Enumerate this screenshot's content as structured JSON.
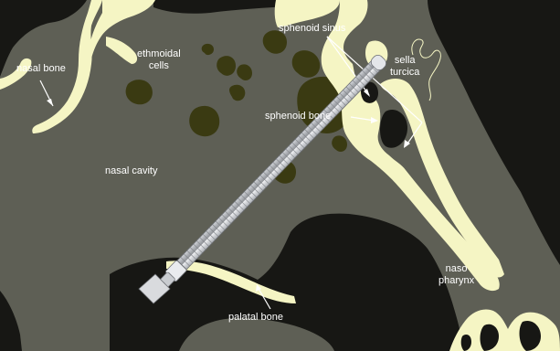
{
  "colors": {
    "tissue": "#5e5f55",
    "cavity": "#171714",
    "sinus_dark": "#3a3a12",
    "bone": "#f5f5c4",
    "label_text": "#ffffff",
    "instrument": "#d6d8dc"
  },
  "labels": {
    "nasal_bone": "nasal bone",
    "ethmoidal_cells": "ethmoidal\ncells",
    "sphenoid_sinus": "sphenoid sinus",
    "sella_turcica": "sella\nturcica",
    "sphenoid_bone": "sphenoid bone",
    "nasal_cavity": "nasal cavity",
    "naso_pharynx": "naso\npharynx",
    "palatal_bone": "palatal bone"
  },
  "icons": {
    "instrument": "endoscope-drill-icon"
  }
}
